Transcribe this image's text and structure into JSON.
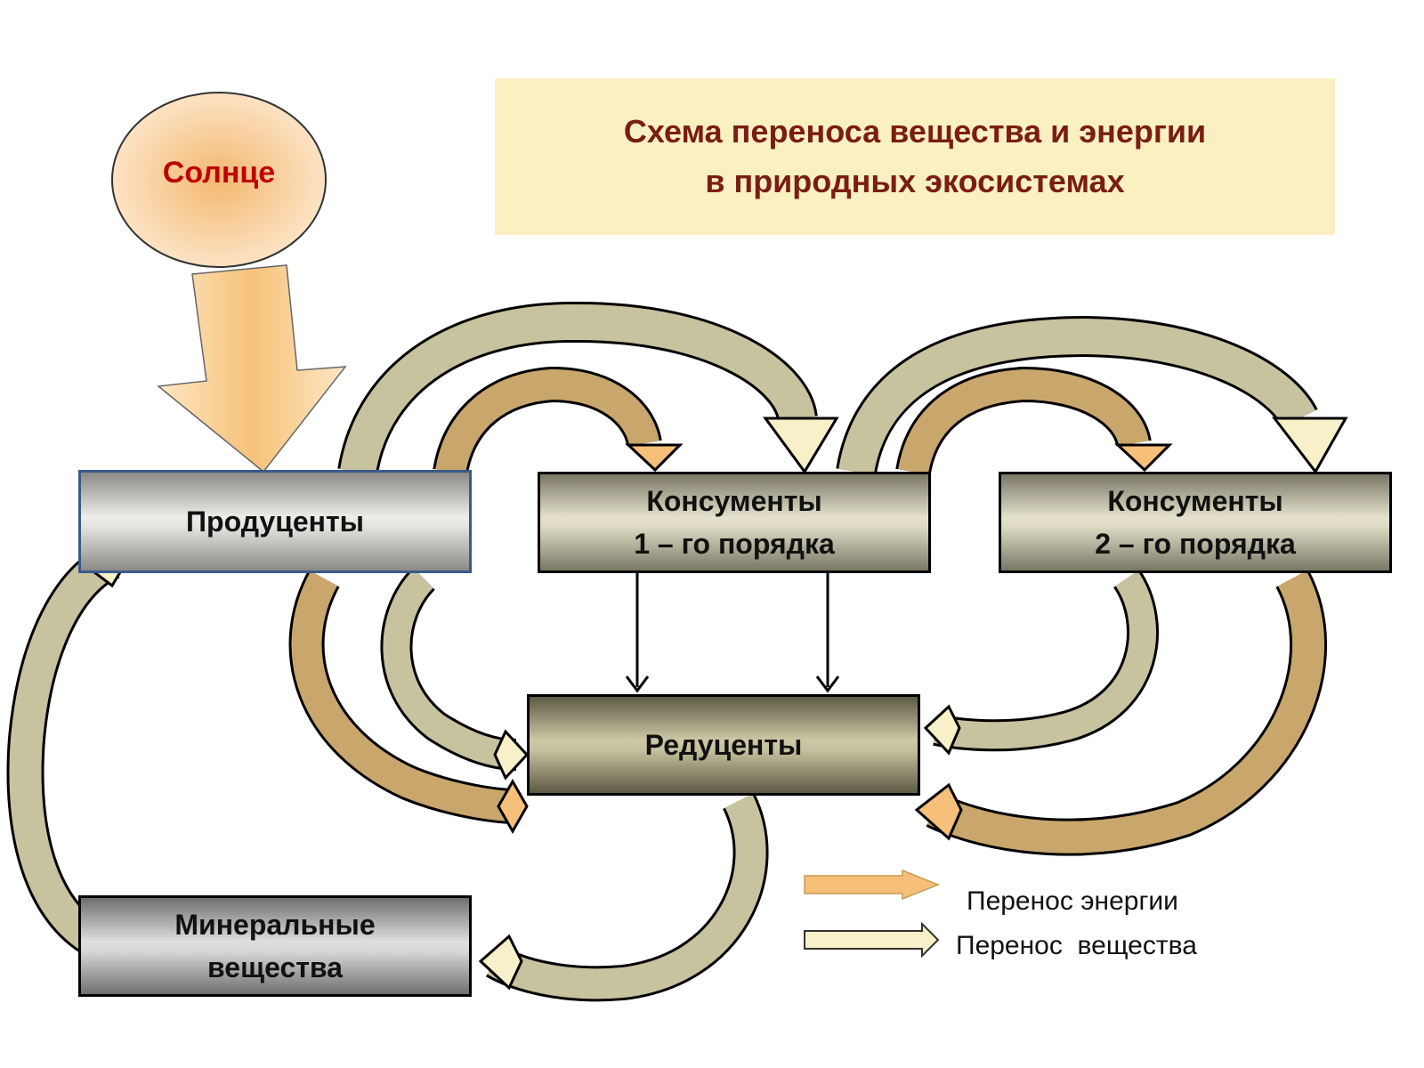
{
  "title": {
    "line1": "Схема переноса вещества и энергии",
    "line2": "в природных экосистемах"
  },
  "sun": {
    "label": "Солнце"
  },
  "nodes": {
    "producers": {
      "label": "Продуценты"
    },
    "consumers1": {
      "line1": "Консументы",
      "line2": "1 – го порядка"
    },
    "consumers2": {
      "line1": "Консументы",
      "line2": "2 – го порядка"
    },
    "reducers": {
      "label": "Редуценты"
    },
    "minerals": {
      "line1": "Минеральные",
      "line2": "вещества"
    }
  },
  "legend": {
    "energy": "Перенос энергии",
    "matter": "Перенос  вещества"
  },
  "colors": {
    "energy_arrow": "#f6c07a",
    "energy_arrow_dark": "#c9a76c",
    "matter_arrow": "#f8f0c8",
    "matter_arrow_dark": "#c8c39f",
    "title_text": "#7a1d12",
    "title_bg": "#fbf0c2",
    "sun": "#f6c98e",
    "sun_text": "#c00000"
  }
}
